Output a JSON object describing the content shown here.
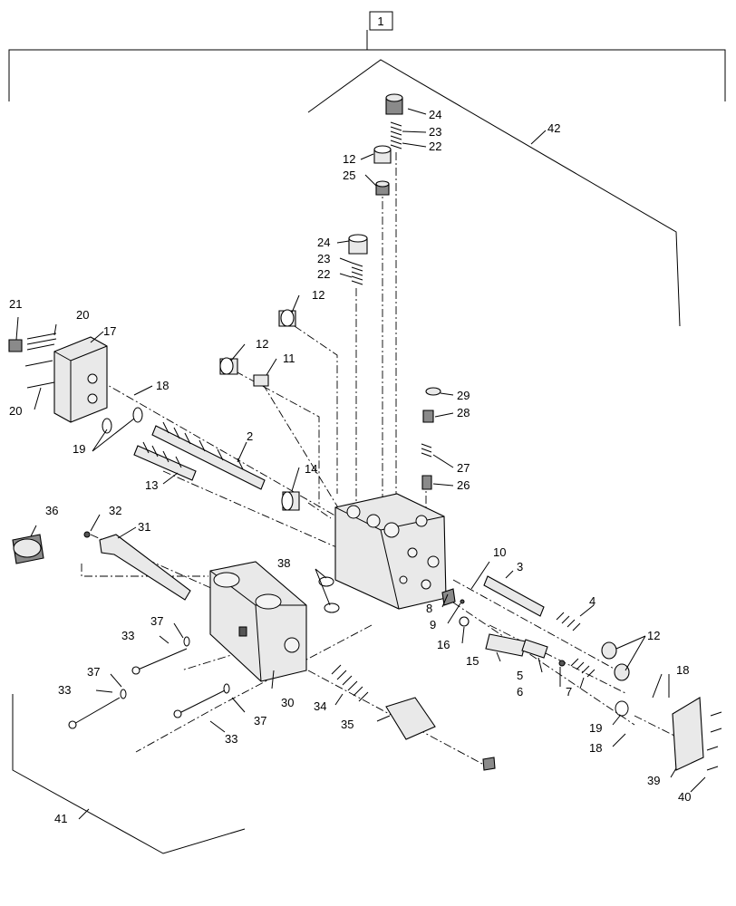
{
  "callouts": [
    {
      "id": "c1",
      "text": "1"
    },
    {
      "id": "c42",
      "text": "42"
    },
    {
      "id": "c41",
      "text": "41"
    },
    {
      "id": "c24a",
      "text": "24"
    },
    {
      "id": "c23a",
      "text": "23"
    },
    {
      "id": "c22a",
      "text": "22"
    },
    {
      "id": "c12a",
      "text": "12"
    },
    {
      "id": "c25",
      "text": "25"
    },
    {
      "id": "c24b",
      "text": "24"
    },
    {
      "id": "c23b",
      "text": "23"
    },
    {
      "id": "c22b",
      "text": "22"
    },
    {
      "id": "c12b",
      "text": "12"
    },
    {
      "id": "c12c",
      "text": "12"
    },
    {
      "id": "c11",
      "text": "11"
    },
    {
      "id": "c21",
      "text": "21"
    },
    {
      "id": "c20a",
      "text": "20"
    },
    {
      "id": "c17",
      "text": "17"
    },
    {
      "id": "c18a",
      "text": "18"
    },
    {
      "id": "c20b",
      "text": "20"
    },
    {
      "id": "c19a",
      "text": "19"
    },
    {
      "id": "c2",
      "text": "2"
    },
    {
      "id": "c13",
      "text": "13"
    },
    {
      "id": "c14",
      "text": "14"
    },
    {
      "id": "c29",
      "text": "29"
    },
    {
      "id": "c28",
      "text": "28"
    },
    {
      "id": "c27",
      "text": "27"
    },
    {
      "id": "c26",
      "text": "26"
    },
    {
      "id": "c36",
      "text": "36"
    },
    {
      "id": "c32",
      "text": "32"
    },
    {
      "id": "c31",
      "text": "31"
    },
    {
      "id": "c10",
      "text": "10"
    },
    {
      "id": "c3",
      "text": "3"
    },
    {
      "id": "c38",
      "text": "38"
    },
    {
      "id": "c8",
      "text": "8"
    },
    {
      "id": "c9",
      "text": "9"
    },
    {
      "id": "c4",
      "text": "4"
    },
    {
      "id": "c16",
      "text": "16"
    },
    {
      "id": "c12d",
      "text": "12"
    },
    {
      "id": "c37a",
      "text": "37"
    },
    {
      "id": "c33a",
      "text": "33"
    },
    {
      "id": "c15",
      "text": "15"
    },
    {
      "id": "c5",
      "text": "5"
    },
    {
      "id": "c6",
      "text": "6"
    },
    {
      "id": "c7",
      "text": "7"
    },
    {
      "id": "c37b",
      "text": "37"
    },
    {
      "id": "c33b",
      "text": "33"
    },
    {
      "id": "c30",
      "text": "30"
    },
    {
      "id": "c37c",
      "text": "37"
    },
    {
      "id": "c33c",
      "text": "33"
    },
    {
      "id": "c34",
      "text": "34"
    },
    {
      "id": "c35",
      "text": "35"
    },
    {
      "id": "c18b",
      "text": "18"
    },
    {
      "id": "c19b",
      "text": "19"
    },
    {
      "id": "c18c",
      "text": "18"
    },
    {
      "id": "c39",
      "text": "39"
    },
    {
      "id": "c40",
      "text": "40"
    }
  ],
  "colors": {
    "ink": "#000000",
    "background": "#ffffff",
    "part_fill": "#e9e9e9",
    "dark_fill": "#8a8a8a"
  }
}
